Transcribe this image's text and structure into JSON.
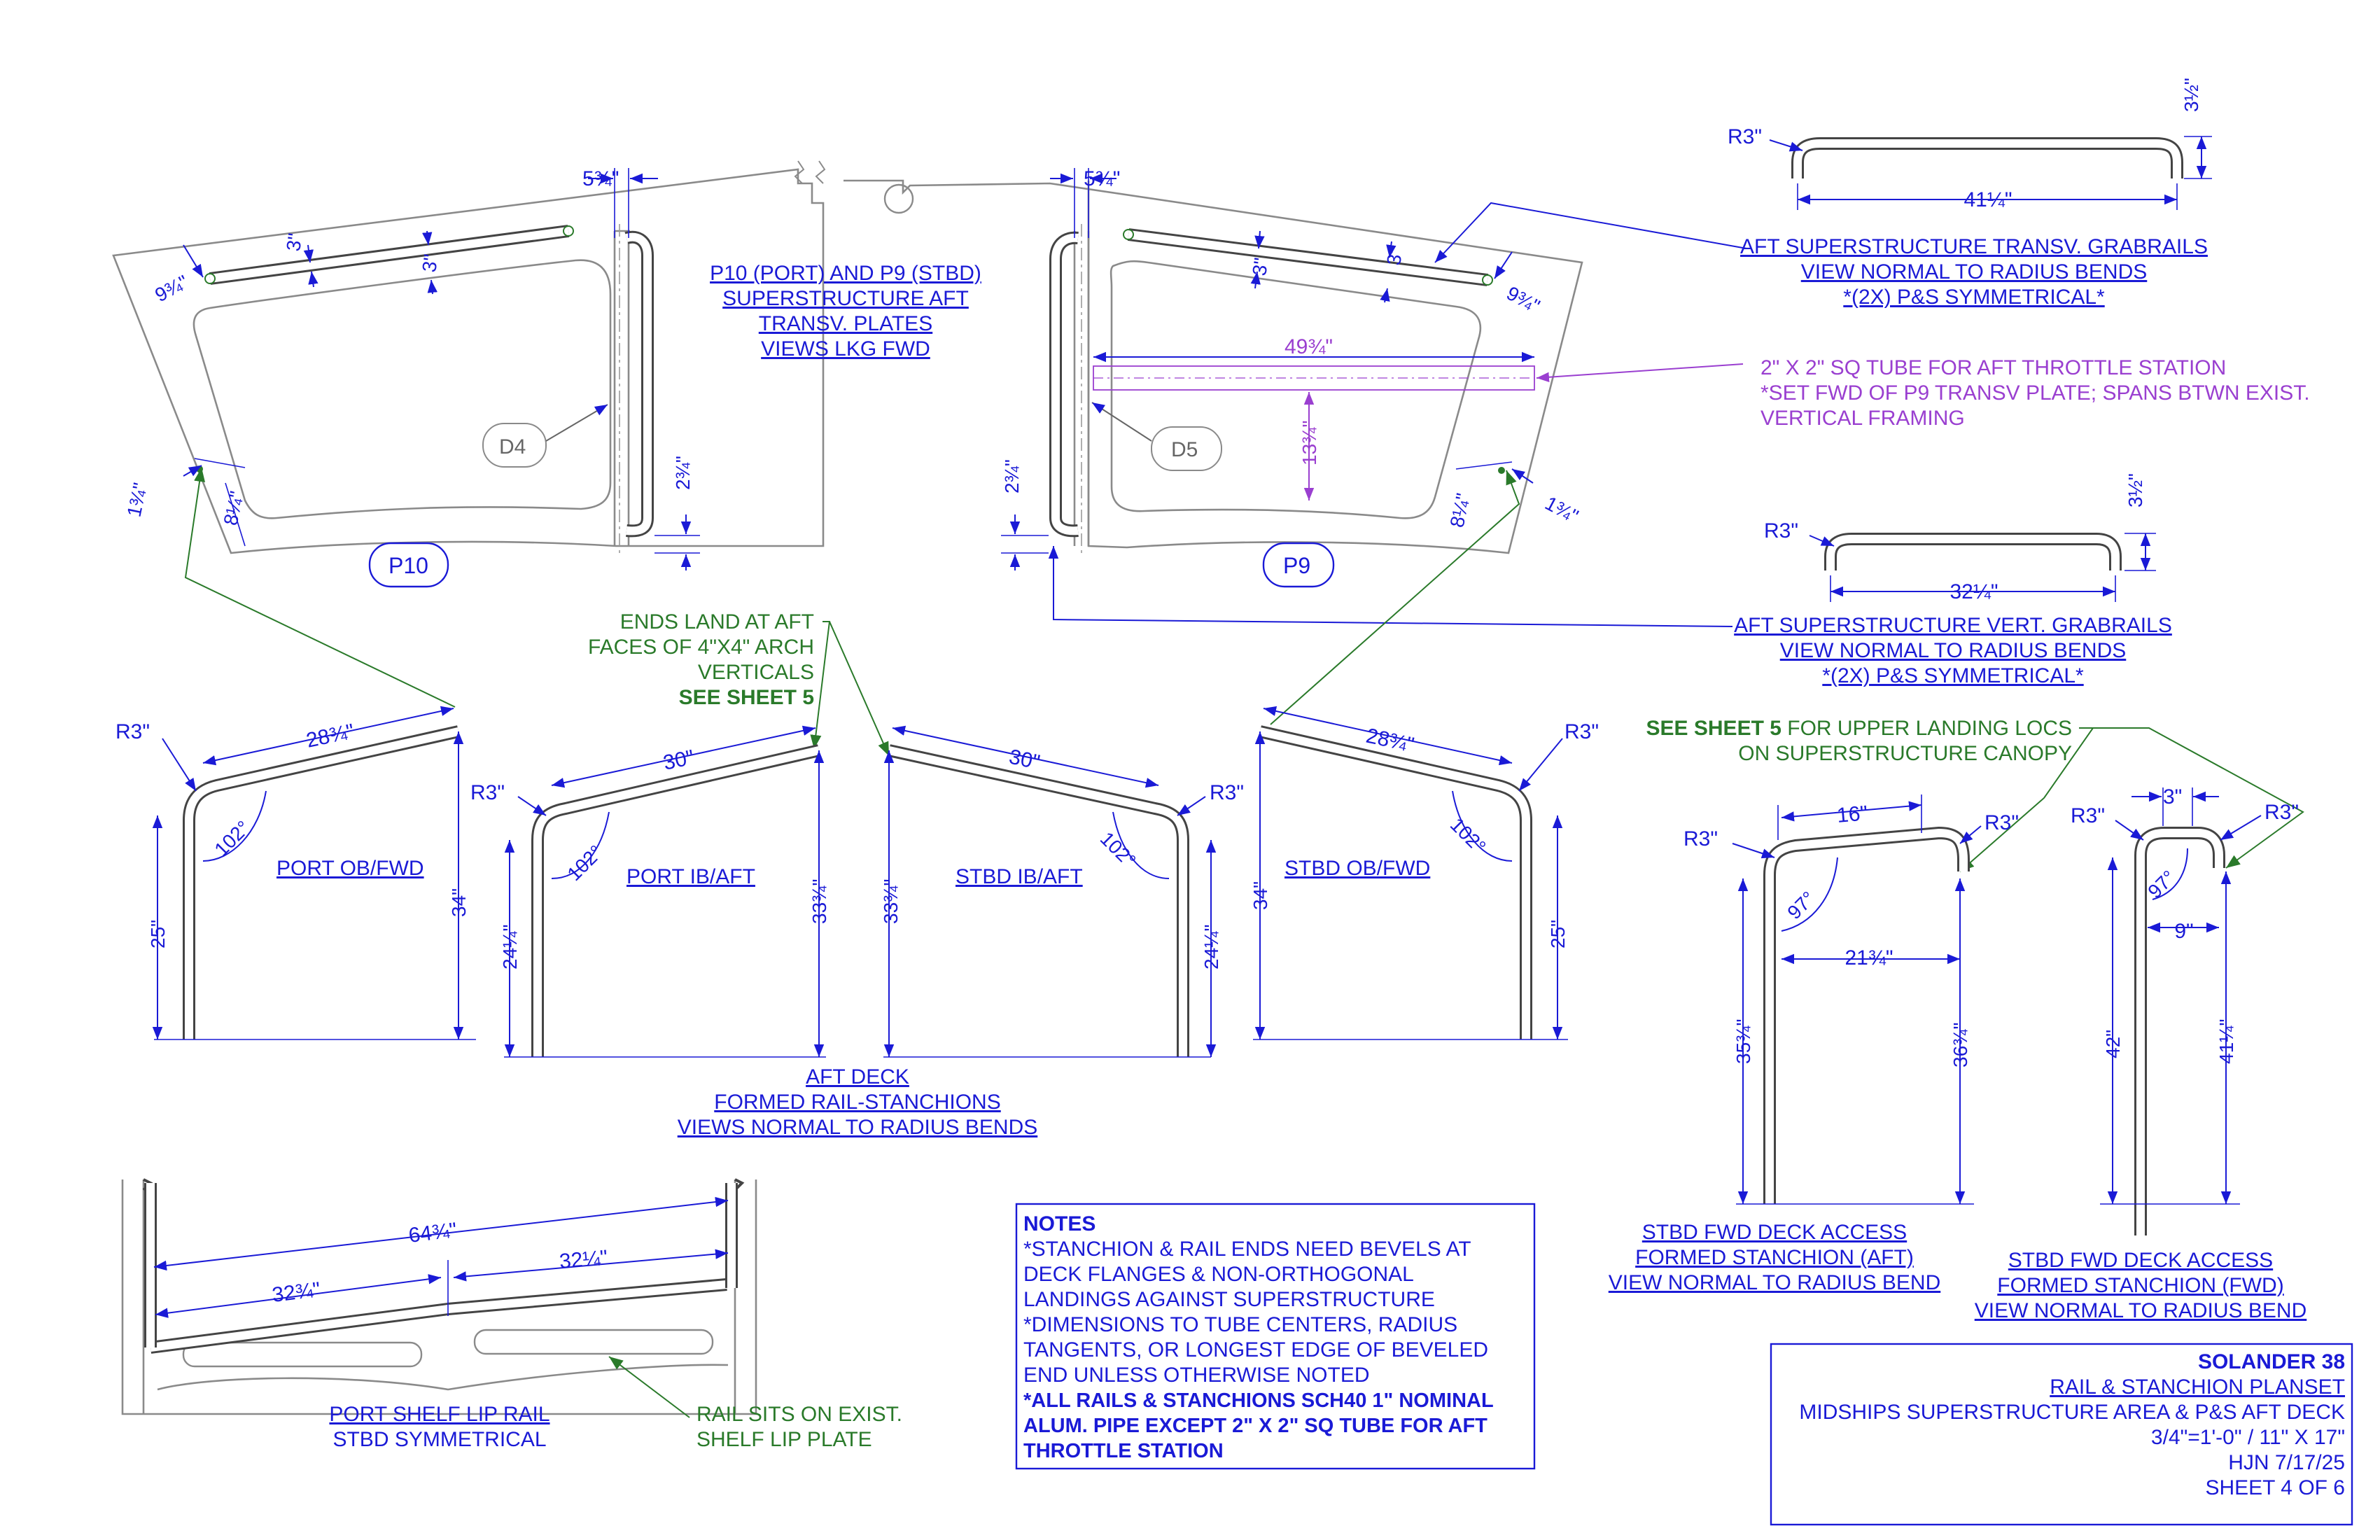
{
  "plates": {
    "title": [
      "P10 (PORT) AND P9 (STBD)",
      "SUPERSTRUCTURE AFT",
      "TRANSV. PLATES",
      "VIEWS LKG FWD"
    ],
    "p10_tag": "P10",
    "p9_tag": "P9",
    "d4_tag": "D4",
    "d5_tag": "D5",
    "p10_dims": {
      "top": "5¾\"",
      "rail_a": "3\"",
      "rail_b": "3\"",
      "end": "9¾\"",
      "vert": "2¾\"",
      "low_a": "1¾\"",
      "low_b": "8¼\""
    },
    "p9_dims": {
      "top": "5¾\"",
      "rail_a": "3\"",
      "rail_b": "3\"",
      "end": "9¾\"",
      "vert": "2¾\"",
      "low_a": "1¾\"",
      "low_b": "8¼\"",
      "tube_len": "49¾\"",
      "tube_height": "13¾\""
    }
  },
  "callouts": {
    "transv_grabrails": [
      "AFT SUPERSTRUCTURE TRANSV. GRABRAILS",
      "VIEW NORMAL TO RADIUS BENDS",
      "*(2X) P&S SYMMETRICAL*"
    ],
    "sq_tube": [
      "2\" X 2\" SQ TUBE FOR AFT THROTTLE STATION",
      "*SET FWD OF P9 TRANSV PLATE; SPANS BTWN EXIST.",
      "VERTICAL FRAMING"
    ],
    "vert_grabrails": [
      "AFT SUPERSTRUCTURE VERT. GRABRAILS",
      "VIEW NORMAL TO RADIUS BENDS",
      "*(2X) P&S SYMMETRICAL*"
    ],
    "ends_land": [
      "ENDS LAND AT AFT",
      "FACES OF 4\"X4\" ARCH",
      "VERTICALS",
      "SEE SHEET 5"
    ],
    "see_sheet5_bold": "SEE SHEET 5",
    "see_sheet5_rest": " FOR UPPER LANDING LOCS",
    "see_sheet5_line2": "ON SUPERSTRUCTURE CANOPY",
    "rail_sits": [
      "RAIL SITS ON EXIST.",
      "SHELF LIP PLATE"
    ]
  },
  "grabrails": {
    "transv": {
      "radius": "R3\"",
      "length": "41¼\"",
      "height": "3½\""
    },
    "vert": {
      "radius": "R3\"",
      "length": "32¼\"",
      "height": "3½\""
    }
  },
  "stanchions": {
    "port_ob": {
      "label": "PORT OB/FWD",
      "radius": "R3\"",
      "top": "28¾\"",
      "angle": "102°",
      "left": "25\"",
      "right": "34\""
    },
    "port_ib": {
      "label": "PORT IB/AFT",
      "radius": "R3\"",
      "top": "30\"",
      "angle": "102°",
      "left": "24¼\"",
      "right": "33¾\""
    },
    "stbd_ib": {
      "label": "STBD IB/AFT",
      "radius": "R3\"",
      "top": "30\"",
      "angle": "102°",
      "left": "33¾\"",
      "right": "24¼\""
    },
    "stbd_ob": {
      "label": "STBD OB/FWD",
      "radius": "R3\"",
      "top": "28¾\"",
      "angle": "102°",
      "left": "34\"",
      "right": "25\""
    },
    "caption": [
      "AFT DECK",
      "FORMED RAIL-STANCHIONS",
      "VIEWS NORMAL TO RADIUS BENDS"
    ]
  },
  "access": {
    "aft": {
      "radius_a": "R3\"",
      "radius_b": "R3\"",
      "top": "16\"",
      "angle": "97°",
      "width": "21¾\"",
      "left": "35¾\"",
      "right": "36¾\"",
      "caption": [
        "STBD FWD DECK ACCESS",
        "FORMED STANCHION (AFT)",
        "VIEW NORMAL TO RADIUS BEND"
      ]
    },
    "fwd": {
      "radius_a": "R3\"",
      "radius_b": "R3\"",
      "top": "3\"",
      "angle": "97°",
      "width": "9\"",
      "left": "42\"",
      "right": "41¼\"",
      "caption": [
        "STBD FWD DECK ACCESS",
        "FORMED STANCHION (FWD)",
        "VIEW NORMAL TO RADIUS BEND"
      ]
    }
  },
  "shelf": {
    "overall": "64¾\"",
    "left": "32¾\"",
    "right": "32¼\"",
    "caption": "PORT SHELF LIP RAIL",
    "sub": "STBD SYMMETRICAL"
  },
  "notes": {
    "title": "NOTES",
    "lines": [
      "*STANCHION & RAIL ENDS NEED BEVELS AT",
      "DECK FLANGES & NON-ORTHOGONAL",
      "LANDINGS AGAINST SUPERSTRUCTURE",
      "*DIMENSIONS TO TUBE CENTERS, RADIUS",
      "TANGENTS, OR LONGEST EDGE OF BEVELED",
      "END UNLESS OTHERWISE NOTED"
    ],
    "bold_lines": [
      "*ALL RAILS & STANCHIONS SCH40 1\" NOMINAL",
      "ALUM. PIPE EXCEPT 2\" X 2\" SQ TUBE FOR AFT",
      "THROTTLE STATION"
    ]
  },
  "title_block": {
    "project": "SOLANDER 38",
    "sheet_title": "RAIL & STANCHION PLANSET",
    "area": "MIDSHIPS SUPERSTRUCTURE AREA & P&S AFT DECK",
    "scale": "3/4\"=1'-0\" / 11\" X 17\"",
    "author_date": "HJN 7/17/25",
    "sheet": "SHEET 4 OF 6"
  },
  "colors": {
    "dimension": "#1a1ad6",
    "note_green": "#2a7a2a",
    "note_purple": "#9a3fd0",
    "part_gray": "#8a8a8a"
  }
}
